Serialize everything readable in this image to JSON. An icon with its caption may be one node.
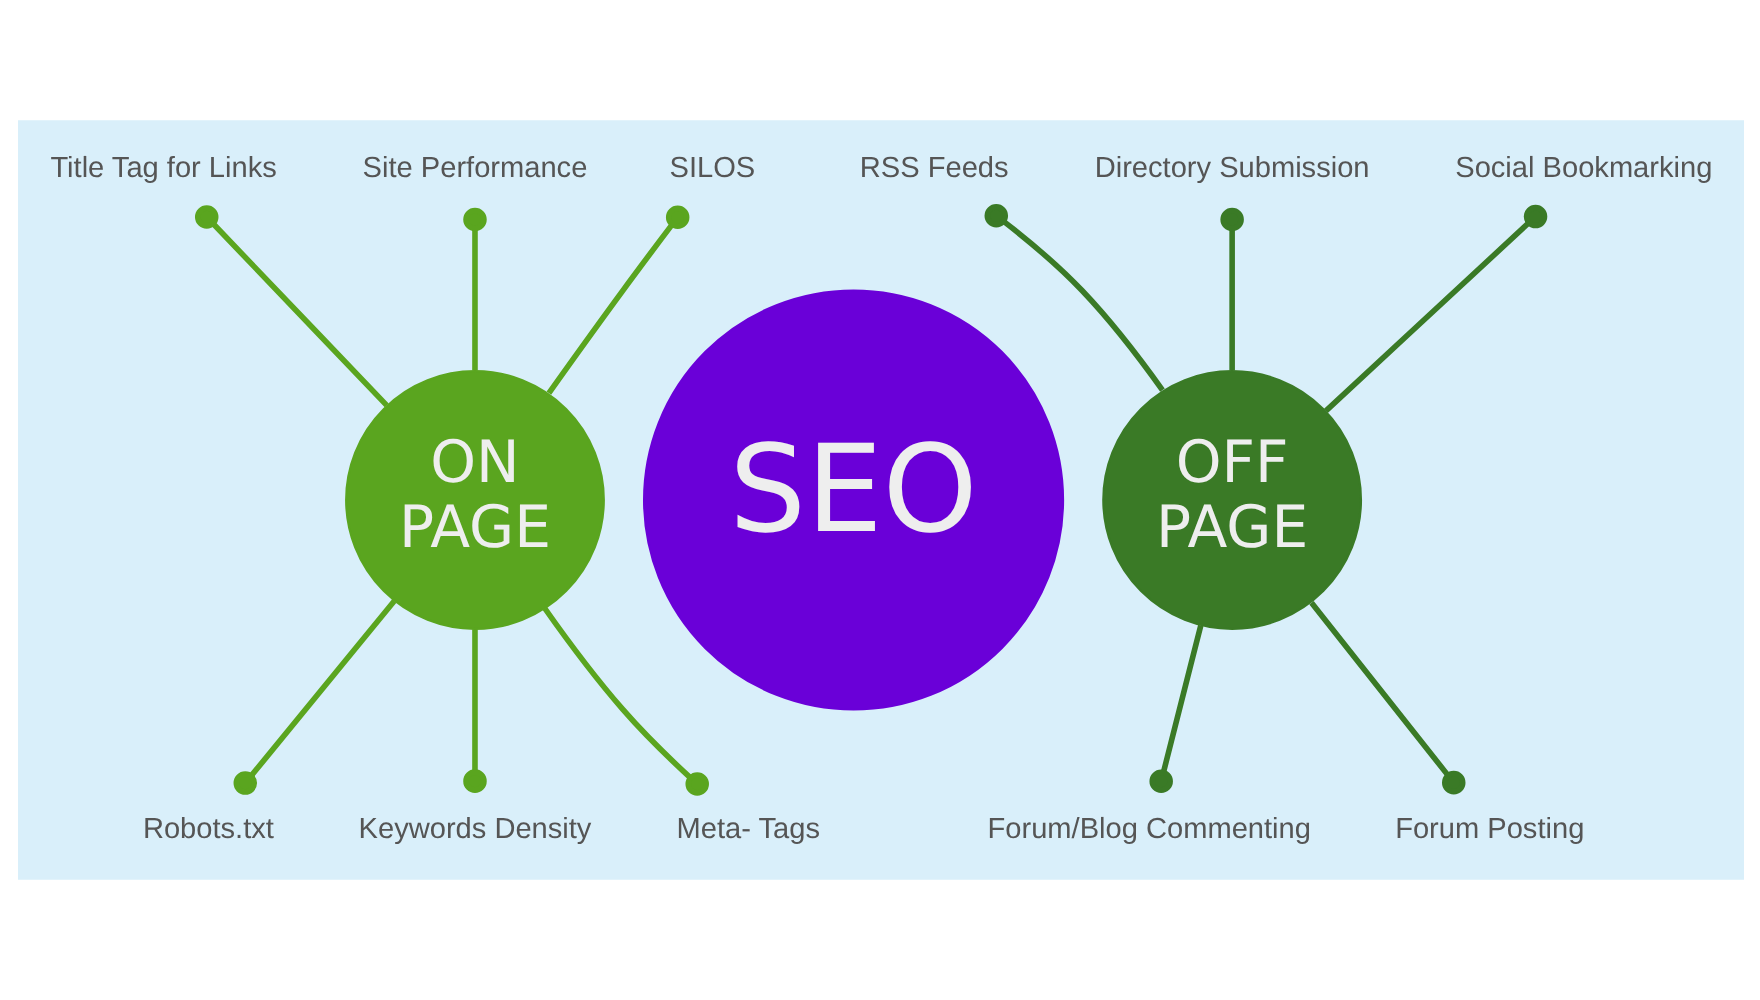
{
  "diagram": {
    "nodes": [
      {
        "text": [
          "ON PAGE"
        ]
      },
      {
        "text": [
          "SEO"
        ]
      },
      {
        "text": [
          "OFF PAGE"
        ]
      },
      {
        "text": [
          "Title Tag for Links"
        ]
      },
      {
        "text": [
          "Site Performance"
        ]
      },
      {
        "text": [
          "SILOS"
        ]
      },
      {
        "text": [
          "Robots.txt"
        ]
      },
      {
        "text": [
          "Keywords Density"
        ]
      },
      {
        "text": [
          "Meta- Tags"
        ]
      },
      {
        "text": [
          "RSS Feeds"
        ]
      },
      {
        "text": [
          "Directory Submission"
        ]
      },
      {
        "text": [
          "Social Bookmarking"
        ]
      },
      {
        "text": [
          "Forum/Blog Commenting"
        ]
      },
      {
        "text": [
          "Forum Posting"
        ]
      }
    ],
    "edges": [
      {
        "from": 0,
        "to": 3,
        "arrow": "other"
      },
      {
        "from": 0,
        "to": 4,
        "arrow": "other"
      },
      {
        "from": 0,
        "to": 5,
        "arrow": "other"
      },
      {
        "from": 0,
        "to": 6,
        "arrow": "other"
      },
      {
        "from": 0,
        "to": 7,
        "arrow": "other"
      },
      {
        "from": 0,
        "to": 8,
        "arrow": "other"
      },
      {
        "from": 2,
        "to": 9,
        "arrow": "other",
        "color": "#3a7a26"
      },
      {
        "from": 2,
        "to": 10,
        "arrow": "other",
        "color": "#3a7a26"
      },
      {
        "from": 2,
        "to": 11,
        "arrow": "other",
        "color": "#3a7a26"
      },
      {
        "from": 2,
        "to": 12,
        "arrow": "other",
        "color": "#3a7a26"
      },
      {
        "from": 2,
        "to": 13,
        "arrow": "other",
        "color": "#3a7a26"
      }
    ]
  }
}
